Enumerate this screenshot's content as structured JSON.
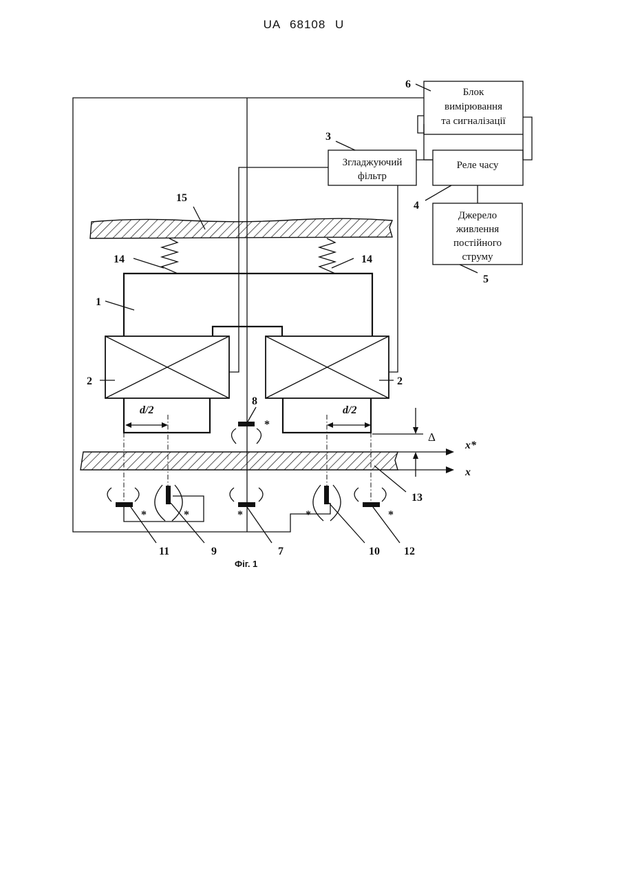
{
  "header": {
    "doc_number": "UA  68108  U"
  },
  "blocks": {
    "measure": [
      "Блок",
      "вимірювання",
      "та сигналізації"
    ],
    "filter": [
      "Згладжуючий",
      "фільтр"
    ],
    "relay": [
      "Реле часу"
    ],
    "power": [
      "Джерело",
      "живлення",
      "постійного",
      "струму"
    ]
  },
  "labels": {
    "n1": "1",
    "n2a": "2",
    "n2b": "2",
    "n3": "3",
    "n4": "4",
    "n5": "5",
    "n6": "6",
    "n7": "7",
    "n8": "8",
    "n9": "9",
    "n10": "10",
    "n11": "11",
    "n12": "12",
    "n13": "13",
    "n14a": "14",
    "n14b": "14",
    "n15": "15"
  },
  "dimensions": {
    "d_half_left": "d/2",
    "d_half_right": "d/2",
    "delta": "Δ",
    "x_star": "x*",
    "x": "x",
    "star": "*"
  },
  "caption": "Фіг. 1"
}
